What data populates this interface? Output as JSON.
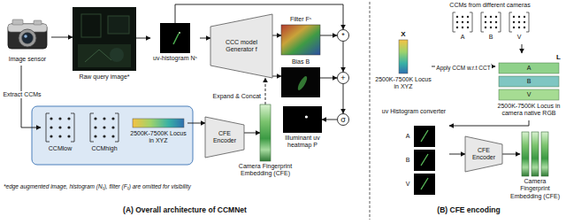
{
  "diagram": {
    "nodes": [
      {
        "text": [
          "Image sensor"
        ]
      },
      {
        "text": [
          "Raw query image*"
        ]
      },
      {
        "text": [
          "uv-histogram Nˢ"
        ]
      },
      {
        "text": [
          "CCC model Generator f"
        ]
      },
      {
        "text": [
          "Filter Fˢ"
        ]
      },
      {
        "text": [
          "Bias B"
        ]
      },
      {
        "text": [
          "*"
        ]
      },
      {
        "text": [
          "+"
        ]
      },
      {
        "text": [
          "σ"
        ]
      },
      {
        "text": [
          "Illuminant uv heatmap P"
        ]
      },
      {
        "text": [
          "CCMlow"
        ]
      },
      {
        "text": [
          "CCMhigh"
        ]
      },
      {
        "text": [
          "2500K-7500K Locus in XYZ"
        ]
      },
      {
        "text": [
          "CFE Encoder"
        ]
      },
      {
        "text": [
          "Camera Fingerprint Embedding (CFE)"
        ]
      },
      {
        "text": [
          "CCMs from different cameras"
        ]
      },
      {
        "text": [
          "A"
        ],
        "in": 15
      },
      {
        "text": [
          "B"
        ],
        "in": 15
      },
      {
        "text": [
          "V"
        ],
        "in": 15
      },
      {
        "text": [
          "X",
          "2500K-7500K Locus in XYZ"
        ]
      },
      {
        "text": [
          "L",
          "2500K-7500K Locus in camera native RGB"
        ]
      },
      {
        "text": [
          "A"
        ],
        "in": 20
      },
      {
        "text": [
          "B"
        ],
        "in": 20
      },
      {
        "text": [
          "V"
        ],
        "in": 20
      },
      {
        "text": [
          "uv Histogram converter",
          "A",
          "B",
          "V"
        ]
      },
      {
        "text": [
          "CFE Encoder"
        ]
      },
      {
        "text": [
          "Camera Fingerprint Embedding (CFE)"
        ]
      }
    ],
    "edges": [
      {
        "from": 0,
        "to": 1,
        "arrow": "to"
      },
      {
        "from": 1,
        "to": 2,
        "arrow": "to"
      },
      {
        "from": 2,
        "to": 3,
        "arrow": "to"
      },
      {
        "from": 2,
        "to": 6,
        "arrow": "to"
      },
      {
        "from": 3,
        "to": 4,
        "arrow": "to"
      },
      {
        "from": 3,
        "to": 5,
        "arrow": "to"
      },
      {
        "from": 4,
        "to": 6,
        "arrow": "to"
      },
      {
        "from": 5,
        "to": 7,
        "arrow": "to"
      },
      {
        "from": 6,
        "to": 7,
        "arrow": "to"
      },
      {
        "from": 7,
        "to": 8,
        "arrow": "to"
      },
      {
        "from": 8,
        "to": 9,
        "arrow": "to"
      },
      {
        "from": 0,
        "to": 10,
        "label": "Extract CCMs",
        "arrow": "to"
      },
      {
        "from": 12,
        "to": 13,
        "arrow": "to"
      },
      {
        "from": 13,
        "to": 14,
        "arrow": "to"
      },
      {
        "from": 14,
        "to": 3,
        "label": "Expand & Concat",
        "arrow": "to"
      },
      {
        "from": 15,
        "to": 20,
        "arrow": "to"
      },
      {
        "from": 19,
        "to": 20,
        "label": "Apply CCM w.r.t CCT",
        "arrow": "to"
      },
      {
        "from": 20,
        "to": 24,
        "arrow": "to"
      },
      {
        "from": 24,
        "to": 25,
        "arrow": "to"
      },
      {
        "from": 25,
        "to": 26,
        "arrow": "to"
      }
    ],
    "labels": [
      "*edge augmented image, histogram (N₁), filter (F₁) are omitted for visibility",
      "(A) Overall architecture of CCMNet",
      "(B) CFE encoding"
    ]
  }
}
